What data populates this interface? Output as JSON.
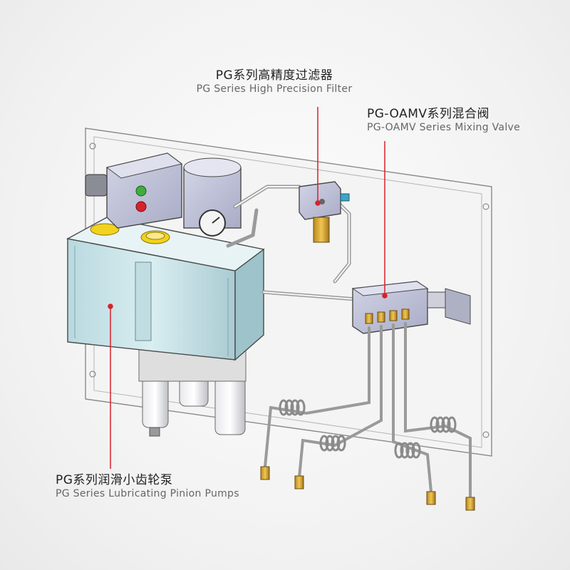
{
  "labels": {
    "filter": {
      "zh": "PG系列高精度过滤器",
      "en": "PG Series High Precision Filter"
    },
    "valve": {
      "zh": "PG-OAMV系列混合阀",
      "en": "PG-OAMV Series Mixing Valve"
    },
    "pump": {
      "zh": "PG系列润滑小齿轮泵",
      "en": "PG Series Lubricating Pinion Pumps"
    }
  },
  "colors": {
    "leader_line": "#d9202a",
    "tank": "#cfe6ea",
    "housing": "#bfc2d8",
    "indicator_green": "#3fae3a",
    "indicator_red": "#d9232b",
    "cap_yellow": "#f2d21c",
    "brass": "#d8a53a",
    "outline": "#4a4a4a"
  }
}
